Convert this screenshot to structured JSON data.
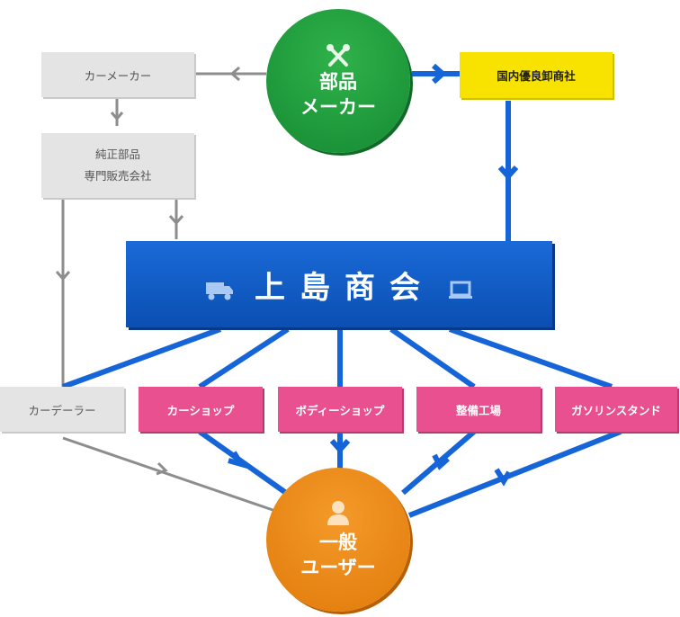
{
  "nodes": {
    "parts_maker": {
      "line1": "部品",
      "line2": "メーカー",
      "icon": "tools-icon",
      "color": "#1f9a3c"
    },
    "car_maker": {
      "label": "カーメーカー"
    },
    "wholesaler": {
      "label": "国内優良卸商社",
      "color": "#f7e200"
    },
    "genuine_parts": {
      "line1": "純正部品",
      "line2": "専門販売会社"
    },
    "uejima": {
      "label": "上島商会",
      "left_icon": "truck-icon",
      "right_icon": "laptop-icon",
      "color": "#1560c8"
    },
    "car_dealer": {
      "label": "カーデーラー"
    },
    "car_shop": {
      "label": "カーショップ",
      "color": "#e8508f"
    },
    "body_shop": {
      "label": "ボディーショップ",
      "color": "#e8508f"
    },
    "repair_shop": {
      "label": "整備工場",
      "color": "#e8508f"
    },
    "gas_station": {
      "label": "ガソリンスタンド",
      "color": "#e8508f"
    },
    "general_user": {
      "line1": "一般",
      "line2": "ユーザー",
      "icon": "person-icon",
      "color": "#ef8a14"
    }
  },
  "colors": {
    "blue_arrow": "#1565d8",
    "grey_arrow": "#8a8a8a"
  }
}
